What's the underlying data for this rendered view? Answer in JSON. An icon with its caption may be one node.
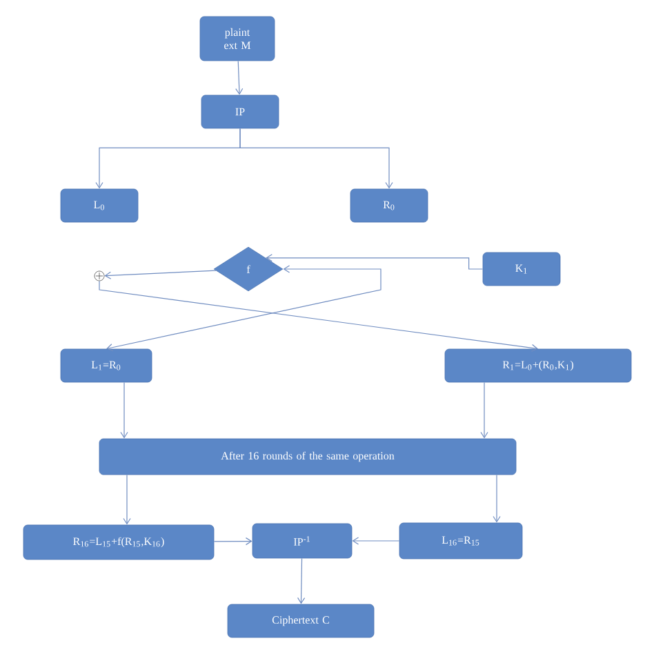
{
  "diagram": {
    "nodes": [
      {
        "text": [
          "plaint ext M"
        ]
      },
      {
        "text": [
          "IP"
        ]
      },
      {
        "text": [
          "L$_{0}$"
        ]
      },
      {
        "text": [
          "R$_{0}$"
        ]
      },
      {
        "text": [
          "f"
        ]
      },
      {
        "text": [
          "K$_{1}$"
        ]
      },
      {
        "text": [],
        "shape": "circle"
      },
      {
        "text": [
          "L$_{1}$=R$_{0}$"
        ]
      },
      {
        "text": [
          "R$_{1}$=L$_{0}$+(R$_{0}$,K$_{1}$)"
        ]
      },
      {
        "text": [
          "After 16 rounds of the same operation"
        ]
      },
      {
        "text": [
          "R$_{16}$=L$_{15}$+f(R$_{15}$,K$_{16}$)"
        ]
      },
      {
        "text": [
          "IP$^{-1}$"
        ]
      },
      {
        "text": [
          "L$_{16}$=R$_{15}$"
        ]
      },
      {
        "text": [
          "Ciphertext C"
        ]
      }
    ],
    "edges": [
      {
        "from": 0,
        "to": 1,
        "arrow": "to"
      },
      {
        "from": 1,
        "to": 2,
        "arrow": "to"
      },
      {
        "from": 1,
        "to": 3,
        "arrow": "to"
      },
      {
        "from": 5,
        "to": 4,
        "arrow": "to"
      },
      {
        "from": 4,
        "to": 7,
        "arrow": "both"
      },
      {
        "from": 4,
        "to": 6,
        "arrow": "to"
      },
      {
        "from": 6,
        "to": 8,
        "arrow": "to"
      },
      {
        "from": 7,
        "to": 9,
        "arrow": "to"
      },
      {
        "from": 8,
        "to": 9,
        "arrow": "to"
      },
      {
        "from": 9,
        "to": 10,
        "arrow": "to"
      },
      {
        "from": 9,
        "to": 12,
        "arrow": "to"
      },
      {
        "from": 10,
        "to": 11,
        "arrow": "to"
      },
      {
        "from": 12,
        "to": 11,
        "arrow": "to"
      },
      {
        "from": 11,
        "to": 13,
        "arrow": "to"
      }
    ]
  }
}
